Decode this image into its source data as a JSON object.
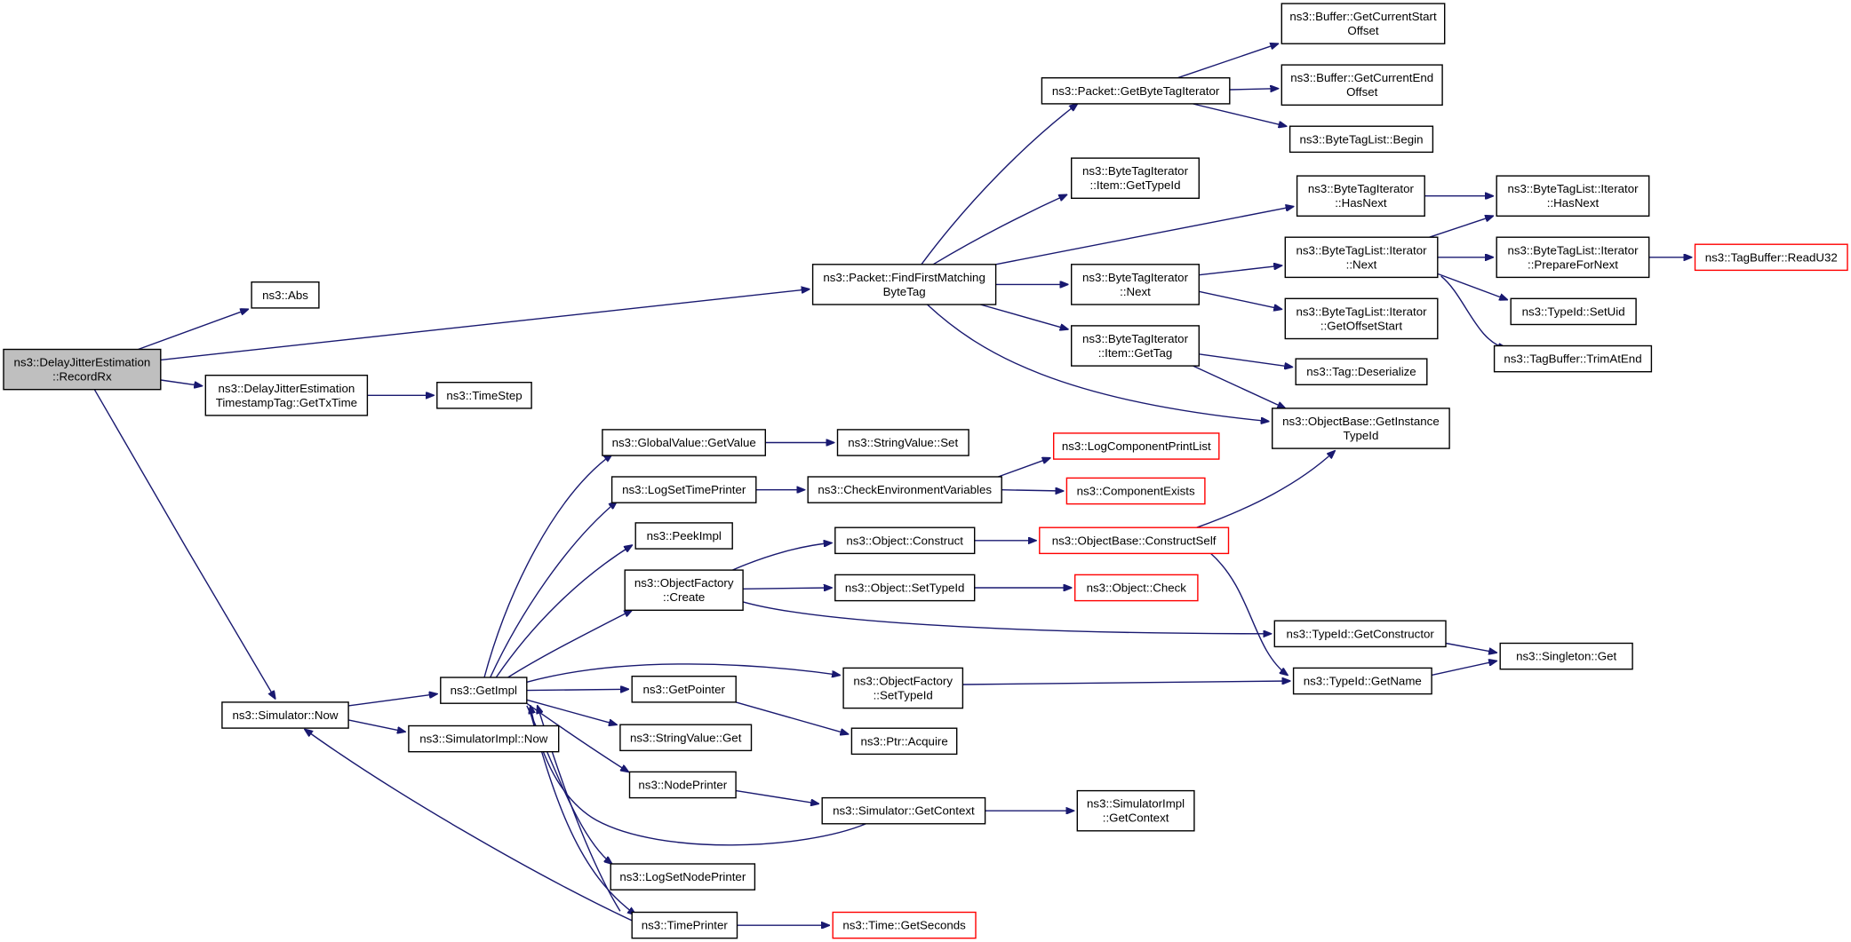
{
  "colors": {
    "edge": "#191970",
    "border": "#000000",
    "missing": "#ff0000",
    "root_fill": "#bfbfbf"
  },
  "nodes": [
    {
      "id": "root",
      "lines": [
        "ns3::DelayJitterEstimation",
        "::RecordRx"
      ]
    },
    {
      "id": "abs",
      "lines": [
        "ns3::Abs"
      ]
    },
    {
      "id": "gettx",
      "lines": [
        "ns3::DelayJitterEstimation",
        "TimestampTag::GetTxTime"
      ]
    },
    {
      "id": "timestep",
      "lines": [
        "ns3::TimeStep"
      ]
    },
    {
      "id": "simnow",
      "lines": [
        "ns3::Simulator::Now"
      ]
    },
    {
      "id": "getimpl",
      "lines": [
        "ns3::GetImpl"
      ]
    },
    {
      "id": "simimplnow",
      "lines": [
        "ns3::SimulatorImpl::Now"
      ]
    },
    {
      "id": "globalget",
      "lines": [
        "ns3::GlobalValue::GetValue"
      ]
    },
    {
      "id": "strset",
      "lines": [
        "ns3::StringValue::Set"
      ]
    },
    {
      "id": "logsettime",
      "lines": [
        "ns3::LogSetTimePrinter"
      ]
    },
    {
      "id": "checkenv",
      "lines": [
        "ns3::CheckEnvironmentVariables"
      ]
    },
    {
      "id": "logcomp",
      "lines": [
        "ns3::LogComponentPrintList"
      ]
    },
    {
      "id": "compexists",
      "lines": [
        "ns3::ComponentExists"
      ]
    },
    {
      "id": "peekimpl",
      "lines": [
        "ns3::PeekImpl"
      ]
    },
    {
      "id": "objfcreate",
      "lines": [
        "ns3::ObjectFactory",
        "::Create"
      ]
    },
    {
      "id": "objconstruct",
      "lines": [
        "ns3::Object::Construct"
      ]
    },
    {
      "id": "constructself",
      "lines": [
        "ns3::ObjectBase::ConstructSelf"
      ]
    },
    {
      "id": "objsettypeid",
      "lines": [
        "ns3::Object::SetTypeId"
      ]
    },
    {
      "id": "objcheck",
      "lines": [
        "ns3::Object::Check"
      ]
    },
    {
      "id": "getconstructor",
      "lines": [
        "ns3::TypeId::GetConstructor"
      ]
    },
    {
      "id": "singleton",
      "lines": [
        "ns3::Singleton::Get"
      ]
    },
    {
      "id": "objfsettypeid",
      "lines": [
        "ns3::ObjectFactory",
        "::SetTypeId"
      ]
    },
    {
      "id": "getname",
      "lines": [
        "ns3::TypeId::GetName"
      ]
    },
    {
      "id": "getpointer",
      "lines": [
        "ns3::GetPointer"
      ]
    },
    {
      "id": "ptracquire",
      "lines": [
        "ns3::Ptr::Acquire"
      ]
    },
    {
      "id": "strget",
      "lines": [
        "ns3::StringValue::Get"
      ]
    },
    {
      "id": "nodeprinter",
      "lines": [
        "ns3::NodePrinter"
      ]
    },
    {
      "id": "simgetctx",
      "lines": [
        "ns3::Simulator::GetContext"
      ]
    },
    {
      "id": "simimplgetctx",
      "lines": [
        "ns3::SimulatorImpl",
        "::GetContext"
      ]
    },
    {
      "id": "logsetnode",
      "lines": [
        "ns3::LogSetNodePrinter"
      ]
    },
    {
      "id": "timeprinter",
      "lines": [
        "ns3::TimePrinter"
      ]
    },
    {
      "id": "getseconds",
      "lines": [
        "ns3::Time::GetSeconds"
      ]
    },
    {
      "id": "findfirst",
      "lines": [
        "ns3::Packet::FindFirstMatching",
        "ByteTag"
      ]
    },
    {
      "id": "getbytetagit",
      "lines": [
        "ns3::Packet::GetByteTagIterator"
      ]
    },
    {
      "id": "bufstart",
      "lines": [
        "ns3::Buffer::GetCurrentStart",
        "Offset"
      ]
    },
    {
      "id": "bufend",
      "lines": [
        "ns3::Buffer::GetCurrentEnd",
        "Offset"
      ]
    },
    {
      "id": "btlbegin",
      "lines": [
        "ns3::ByteTagList::Begin"
      ]
    },
    {
      "id": "itemgettypeid",
      "lines": [
        "ns3::ByteTagIterator",
        "::Item::GetTypeId"
      ]
    },
    {
      "id": "bthasnext",
      "lines": [
        "ns3::ByteTagIterator",
        "::HasNext"
      ]
    },
    {
      "id": "btlhasnext",
      "lines": [
        "ns3::ByteTagList::Iterator",
        "::HasNext"
      ]
    },
    {
      "id": "btnext",
      "lines": [
        "ns3::ByteTagIterator",
        "::Next"
      ]
    },
    {
      "id": "btlnext",
      "lines": [
        "ns3::ByteTagList::Iterator",
        "::Next"
      ]
    },
    {
      "id": "prepnext",
      "lines": [
        "ns3::ByteTagList::Iterator",
        "::PrepareForNext"
      ]
    },
    {
      "id": "readu32",
      "lines": [
        "ns3::TagBuffer::ReadU32"
      ]
    },
    {
      "id": "setuid",
      "lines": [
        "ns3::TypeId::SetUid"
      ]
    },
    {
      "id": "trimatend",
      "lines": [
        "ns3::TagBuffer::TrimAtEnd"
      ]
    },
    {
      "id": "getoffsetstart",
      "lines": [
        "ns3::ByteTagList::Iterator",
        "::GetOffsetStart"
      ]
    },
    {
      "id": "itemgettag",
      "lines": [
        "ns3::ByteTagIterator",
        "::Item::GetTag"
      ]
    },
    {
      "id": "tagdeser",
      "lines": [
        "ns3::Tag::Deserialize"
      ]
    },
    {
      "id": "getinsttypeid",
      "lines": [
        "ns3::ObjectBase::GetInstance",
        "TypeId"
      ]
    }
  ]
}
